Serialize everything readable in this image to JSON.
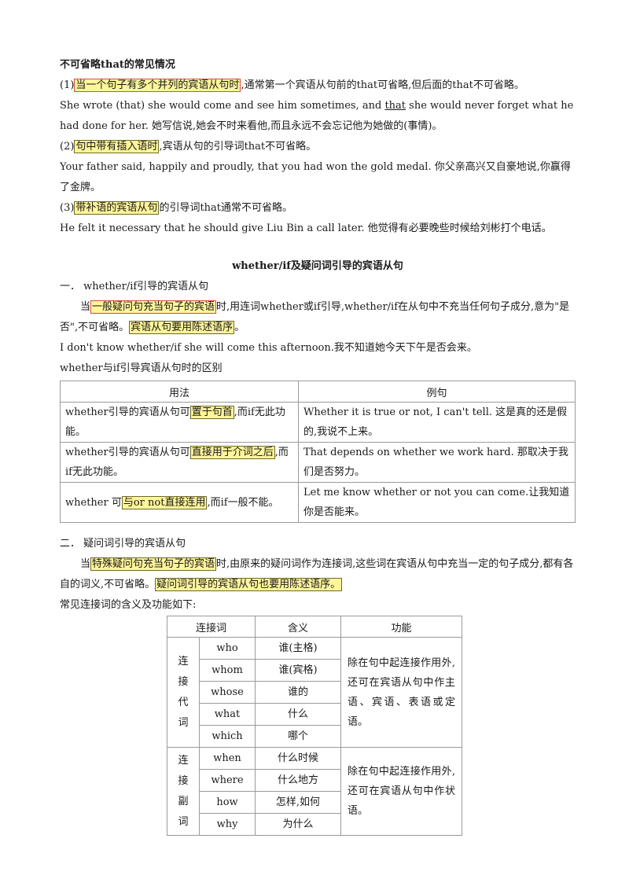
{
  "section1": {
    "title": "不可省略that的常见情况",
    "item1": {
      "num": "(1)",
      "highlight": "当一个句子有多个并列的宾语从句时",
      "rest": ",通常第一个宾语从句前的that可省略,但后面的that不可省略。",
      "example_a": "She wrote (that) she would come and see him sometimes, and ",
      "example_that": "that",
      "example_b": " she would never forget what he had done for her. 她写信说,她会不时来看他,而且永远不会忘记他为她做的(事情)。"
    },
    "item2": {
      "num": "(2)",
      "highlight": "句中带有插入语时",
      "rest": ",宾语从句的引导词that不可省略。",
      "example": "Your father said, happily and proudly, that you had won the gold medal. 你父亲高兴又自豪地说,你赢得了金牌。"
    },
    "item3": {
      "num": "(3)",
      "highlight": "带补语的宾语从句",
      "rest": "的引导词that通常不可省略。",
      "example": "He felt it necessary that he should give Liu Bin a call later. 他觉得有必要晚些时候给刘彬打个电话。"
    }
  },
  "section2": {
    "title": "whether/if及疑问词引导的宾语从句",
    "part1": {
      "heading": "一．  whether/if引导的宾语从句",
      "p1_a": "当",
      "p1_hl1": "一般疑问句充当句子的宾语",
      "p1_b": "时,用连词whether或if引导,whether/if在从句中不充当任何句子成分,意为\"是否\",不可省略。",
      "p1_hl2": "宾语从句要用陈述语序",
      "p1_c": "。",
      "example": "I don't know whether/if she will come this afternoon.我不知道她今天下午是否会来。",
      "table_caption": "whether与if引导宾语从句时的区别",
      "table_headers": [
        "用法",
        "例句"
      ],
      "rows": [
        {
          "usage_a": "whether引导的宾语从句可",
          "usage_hl": "置于句首",
          "usage_b": ",而if无此功能。",
          "example": "Whether it is true or not, I can't tell. 这是真的还是假的,我说不上来。"
        },
        {
          "usage_a": "whether引导的宾语从句可",
          "usage_hl": "直接用于介词之后",
          "usage_b": ",而if无此功能。",
          "example": "That depends on whether we work hard. 那取决于我们是否努力。"
        },
        {
          "usage_a": "whether 可",
          "usage_hl": "与or not直接连用",
          "usage_b": ",而if一般不能。",
          "example": "Let me know whether or not you can come.让我知道你是否能来。"
        }
      ]
    },
    "part2": {
      "heading": "二．  疑问词引导的宾语从句",
      "p1_a": "当",
      "p1_hl1": "特殊疑问句充当句子的宾语",
      "p1_b": "时,由原来的疑问词作为连接词,这些词在宾语从句中充当一定的句子成分,都有各自的词义,不可省略。",
      "p1_hl2": "疑问词引导的宾语从句也要用陈述语序。",
      "table_caption": "常见连接词的含义及功能如下:",
      "table_headers": [
        "连接词",
        "含义",
        "功能"
      ],
      "group1": {
        "category": "连接代词",
        "function": "除在句中起连接作用外,还可在宾语从句中作主语、宾语、表语或定语。",
        "rows": [
          {
            "word": "who",
            "meaning": "谁(主格)"
          },
          {
            "word": "whom",
            "meaning": "谁(宾格)"
          },
          {
            "word": "whose",
            "meaning": "谁的"
          },
          {
            "word": "what",
            "meaning": "什么"
          },
          {
            "word": "which",
            "meaning": "哪个"
          }
        ]
      },
      "group2": {
        "category": "连接副词",
        "function": "除在句中起连接作用外,还可在宾语从句中作状语。",
        "rows": [
          {
            "word": "when",
            "meaning": "什么时候"
          },
          {
            "word": "where",
            "meaning": "什么地方"
          },
          {
            "word": "how",
            "meaning": "怎样,如何"
          },
          {
            "word": "why",
            "meaning": "为什么"
          }
        ]
      }
    }
  }
}
